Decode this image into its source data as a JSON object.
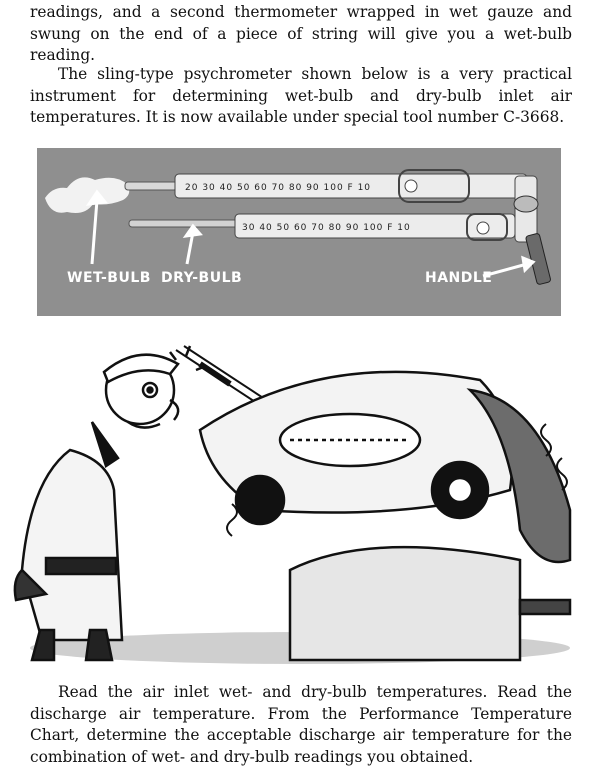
{
  "text": {
    "top_paragraph": "readings, and a second thermometer wrapped in wet gauze and swung on the end of a piece of string will give you a wet-bulb reading.",
    "sling_paragraph": "The sling-type psychrometer shown below is a very practical instrument for determining wet-bulb and dry-bulb inlet air temperatures. It is now available under special tool number C-3668.",
    "bottom_paragraph": "Read the air inlet wet- and dry-bulb temperatures. Read the discharge air temperature. From the Performance Temperature Chart, determine the acceptable discharge air temperature for the combination of wet- and dry-bulb readings you obtained."
  },
  "photo": {
    "labels": {
      "wet_bulb": "WET-BULB",
      "dry_bulb": "DRY-BULB",
      "handle": "HANDLE"
    },
    "scale_upper": "20 30 40 50 60 70 80 90 100 F 10",
    "scale_lower": "30 40 50 60 70 80 90 100 F 10"
  },
  "colors": {
    "photo_background": "#8f8f8f",
    "ink": "#111111"
  }
}
